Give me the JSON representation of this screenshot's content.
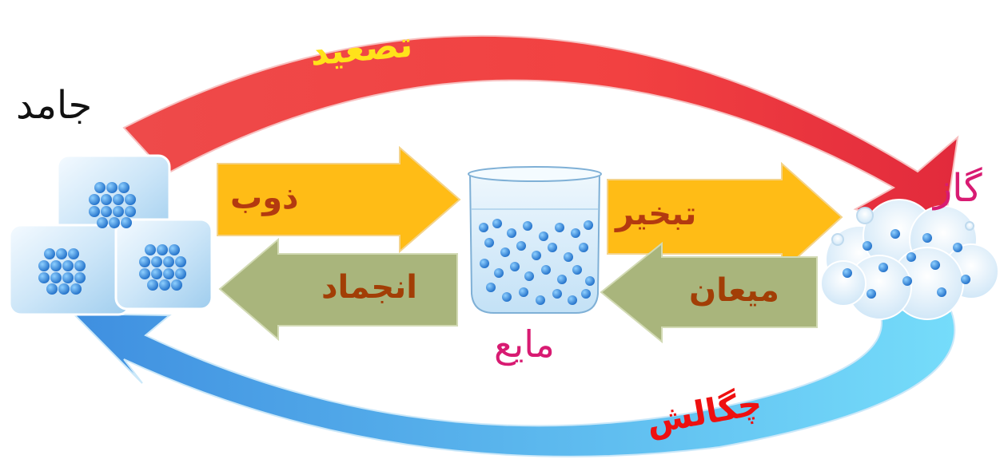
{
  "states": {
    "solid": "جامد",
    "liquid": "مایع",
    "gas": "گاز"
  },
  "processes": {
    "sublimation": "تصعید",
    "melting": "ذوب",
    "freezing": "انجماد",
    "evaporation": "تبخیر",
    "condensation": "میعان",
    "deposition": "چگالش"
  },
  "colors": {
    "sublimation_arrow": "#e8303a",
    "deposition_arrow": "#5cb3ea",
    "forward_arrows": "#ffbc16",
    "backward_arrows": "#a9b57c",
    "process_text_on_red": "#ffe21a",
    "process_text_on_yellow": "#b33a10",
    "process_text_on_green": "#a23e06",
    "deposition_text": "#ee1010",
    "state_pink": "#d81b72",
    "state_dark": "#111111"
  }
}
